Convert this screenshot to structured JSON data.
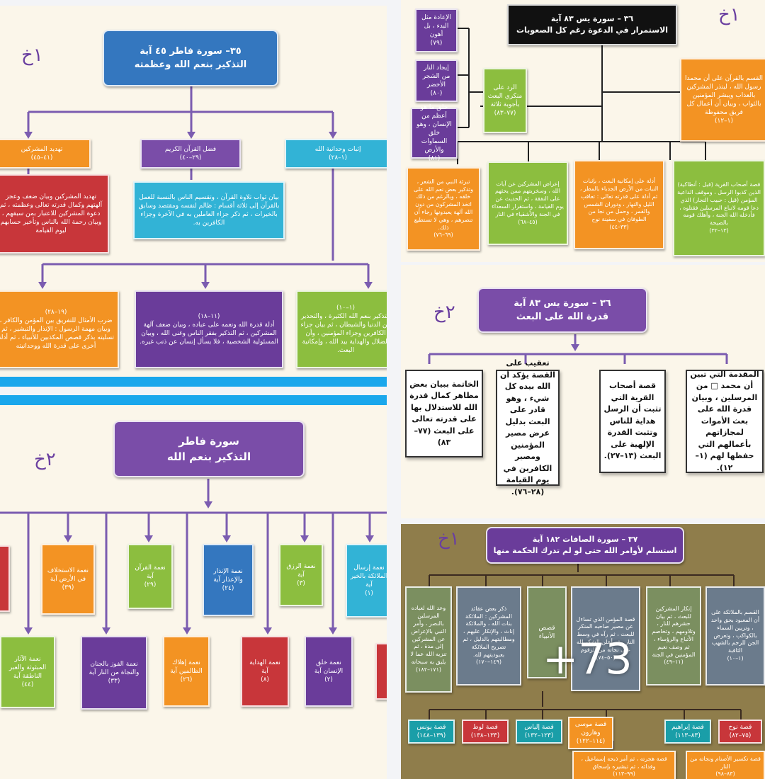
{
  "panel1": {
    "badge": "١خ",
    "title_line1": "٣٥– سورة فاطر ٤٥ آية",
    "title_line2": "التذكير بنعم الله وعظمته",
    "row1": [
      {
        "head": "تهديد المشركين",
        "range": "(٤١–٤٥)",
        "body": "تهديد المشركين وبيان ضعف وعجز آلهتهم وكمال قدرته تعالى وعظمته ، ثم دعوة المشركين للاعتبار بمن سبقهم ، وبيان رحمة الله بالناس وتأخير حسابهم ليوم القيامة"
      },
      {
        "head": "فضل القرآن الكريم",
        "range": "(٢٩–٤٠)",
        "body": "بيان ثواب تلاوة القرآن ، وتقسيم الناس بالنسبة للعمل بالقرآن إلى ثلاثة أقسام : ظالم لنفسه ومقتصد وسابق بالخيرات ، ثم ذكر جزاء العاملين به في الآخرة وجزاء الكافرين به."
      },
      {
        "head": "إثبات وحدانية الله",
        "range": "(١–٢٨)",
        "body": ""
      }
    ],
    "row2": [
      {
        "range": "(١٩–٢٨)",
        "body": "ضرب الأمثال للتفريق بين المؤمن والكافر ، وبيان مهمة الرسول : الإنذار والتبشير ، ثم تسليته بذكر قصص المكذبين للأنبياء ، ثم أدلة أخرى على قدرة الله ووحدانيته"
      },
      {
        "range": "(١١–١٨)",
        "body": "أدلة قدرة الله ونعمه على عباده ، وبيان ضعف آلهة المشركين ، ثم التذكير بفقر الناس وغنى الله ، وبيان المسئولية الشخصية ، فلا يسأل إنسان عن ذنب غيره."
      },
      {
        "range": "(١–١٠)",
        "body": "التذكير بنعم الله الكثيرة ، والتحذير من الدنيا والشيطان ، ثم بيان جزاء الكافرين وجزاء المؤمنين ، وأن الضلال والهداية بيد الله ، وإمكانية البعث."
      }
    ]
  },
  "panel2": {
    "badge": "١خ",
    "title_line1": "٣٦ – سورة يس ٨٣ آية",
    "title_line2": "الاستمرار في الدعوة رغم كل الصعوبات",
    "left_col": [
      {
        "text": "الإعادة مثل البدء ، بل أهون",
        "range": "(٧٩)"
      },
      {
        "text": "إيجاد النار من الشجر الأخضر",
        "range": "(٨٠)"
      },
      {
        "text": "خلق ما هو أعظم من الإنسان ، وهو خلق السماوات والأرض",
        "range": "(٨١)"
      }
    ],
    "reply_box": {
      "text": "الرد على منكري البعث بأجوبة ثلاثة",
      "range": "(٧٧–٨٣)"
    },
    "intro_box": {
      "text": "القسم بالقرآن على أن محمدا رسول الله ، لينذر المشركين بالعذاب ويبشر المؤمنين بالثواب ، وبيان أن أعمال كل فريق محفوظة",
      "range": "(١–١٢)"
    },
    "bottom": [
      {
        "text": "تبرئة النبي من الشعر ، وتذكير بعض نعم الله على خلقه ، وبالرغم من ذلك اتخذ المشركون من دون الله آلهة يعبدونها رجاء أن تنصرهم ، وهي لا تستطيع ذلك.",
        "range": "(٦٩–٧٦)"
      },
      {
        "text": "إعراض المشركين عن آيات الله ، وسخريتهم ممن يحثهم على النفقة ، ثم الحديث عن يوم القيامة ، واستقرار السعداء في الجنة والأشقياء في النار",
        "range": "(٤٥–٦٨)"
      },
      {
        "text": "أدلة على إمكانية البعث ، بإثبات النبات من الأرض الجدباء بالمطر ، ثم أدلة على قدرته تعالى : تعاقب الليل والنهار ، ودوران الشمس والقمر ، وحمل من نجا من الطوفان في سفينة نوح",
        "range": "(٣٣–٤٤)"
      },
      {
        "text": "قصة أصحاب القرية (قيل : أنطاكية) الذين كذبوا الرسل ، وموقف الداعية المؤمن (قيل : حبيب النجار) الذي دعا قومه لاتباع المرسلين فقتلوه ، فأدخله الله الجنة ، وأهلك قومه بالصيحة",
        "range": "(١٣–٣٢)"
      }
    ]
  },
  "panel3": {
    "badge": "٢خ",
    "title_line1": "٣٦ – سورة يس ٨٣ آية",
    "title_line2": "قدرة الله على البعث",
    "boxes": [
      "الخاتمة ببيان بعض مظاهر كمال قدرة الله للاستدلال بها على قدرته تعالى على البعث (٧٧–٨٣)",
      "تعقيب على القصة يؤكد أن الله بيده كل شيء ، وهو قادر على البعث بدليل عرض مصير المؤمنين ومصير الكافرين في يوم القيامة (٢٨–٧٦).",
      "قصة أصحاب القرية التي تثبت أن الرسل هداية للناس وتثبت القدرة الإلهية على البعث (١٣–٢٧).",
      "المقدمة التي تبين أن محمد □ من المرسلين ، وبيان قدرة الله على بعث الأموات لمجازاتهم بأعمالهم التي حفظها لهم (١– ١٢)."
    ]
  },
  "panel4": {
    "badge": "٢خ",
    "title_line1": "سورة فاطر",
    "title_line2": "التذكير بنعم الله",
    "top": [
      {
        "text": "نعمة الاستخلاف في الأرض آية",
        "range": "(٣٩)"
      },
      {
        "text": "نعمة القرآن آية",
        "range": "(٢٩)"
      },
      {
        "text": "نعمة الإنذار والإعذار آية",
        "range": "(٢٤)"
      },
      {
        "text": "نعمة الرزق آية",
        "range": "(٣)"
      },
      {
        "text": "نعمة إرسال الملائكة بالخير آية",
        "range": "(١)"
      }
    ],
    "bottom": [
      {
        "text": "نعمة الآثار المبثوثة والعبر الناطقة آية",
        "range": "(٤٤)"
      },
      {
        "text": "نعمة الفوز بالجنان والنجاة من النار آية",
        "range": "(٣٣)"
      },
      {
        "text": "نعمة إهلاك الظالمين آية",
        "range": "(٢٦)"
      },
      {
        "text": "نعمة الهداية آية",
        "range": "(٨)"
      },
      {
        "text": "نعمة خلق الإنسان آية",
        "range": "(٢)"
      }
    ]
  },
  "panel5": {
    "badge": "١خ",
    "title_line1": "٣٧ – سورة الصافات ١٨٢ آية",
    "title_line2": "استسلم لأوامر الله حتى لو لم تدرك الحكمة منها",
    "middle": [
      {
        "text": "وعد الله لعباده المرسلين بالنصر ، وأمر النبي بالإعراض عن المشركين إلى مدة ، ثم تنزيه الله عما لا يليق به سبحانه",
        "range": "(١٧١–١٨٢)"
      },
      {
        "text": "ذكر بعض عقائد المشركين : الملائكة بنات الله ، والملائكة إناث ، والإنكار عليهم ، ومطالبتهم بالدليل ، ثم تصريح الملائكة بعبوديتهم لله.",
        "range": "(١٤٩–١٧٠)"
      },
      {
        "text": "قصص الأنبياء",
        "range": ""
      },
      {
        "text": "قصة المؤمن الذي تساءل عن مصير صاحبه المنكر للبعث ، ثم رآه في وسط النار ، ثم أعلن الشكر لله على نجاته من الزقوم",
        "range": "(٥٠–٧٤)"
      },
      {
        "text": "إنكار المشركين للبعث ، ثم بيان حشرهم للنار ، وتلاومهم ، وتخاصم الأتباع والرؤساء ، ثم وصف نعيم المؤمنين في الجنة",
        "range": "(١١–٤٩)"
      },
      {
        "text": "القسم بالملائكة على أن المعبود بحق واحد ، وتزيين السماء بالكواكب ، وتعرض الجن للرجم بالشهب الثاقبة",
        "range": "(١–١٠)"
      }
    ],
    "stories": [
      {
        "text": "قصة يونس",
        "range": "(١٣٩–١٤٨)"
      },
      {
        "text": "قصة لوط",
        "range": "(١٣٣–١٣٨)"
      },
      {
        "text": "قصة إلياس",
        "range": "(١٢٣–١٣٢)"
      },
      {
        "text": "قصة موسى وهارون",
        "range": "(١١٤–١٢٢)"
      },
      {
        "text": "قصة إبراهيم",
        "range": "(٨٣–١١٣)"
      },
      {
        "text": "قصة نوح",
        "range": "(٧٥–٨٢)"
      }
    ],
    "sub": [
      {
        "text": "قصة هجرته ، ثم أمر ذبحه إسماعيل ، وفدائه ، ثم تبشيره بإسحاق",
        "range": "(٩٩–١١٣)"
      },
      {
        "text": "قصة تكسير الأصنام ونجاته من النار",
        "range": "(٨٣–٩٨)"
      }
    ],
    "more_count": "+73"
  }
}
